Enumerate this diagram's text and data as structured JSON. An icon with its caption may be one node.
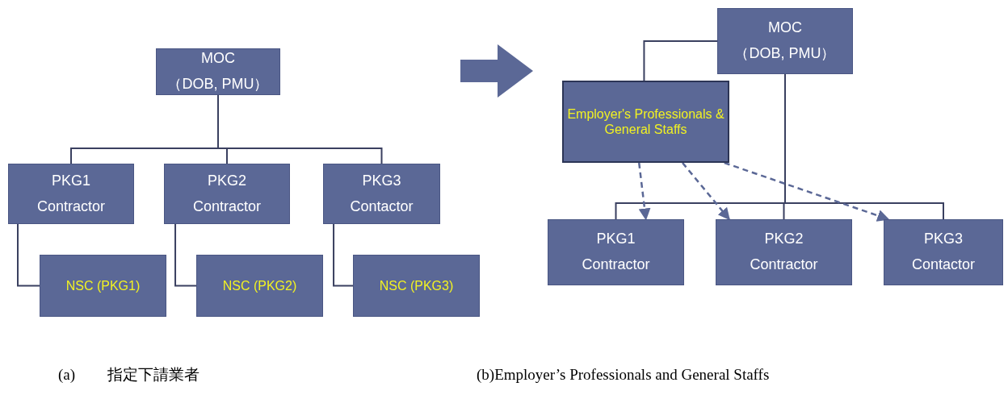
{
  "diagram": {
    "nodes": [
      {
        "text": [
          "MOC",
          "（DOB, PMU）"
        ]
      },
      {
        "text": [
          "PKG1",
          "Contractor"
        ]
      },
      {
        "text": [
          "PKG2",
          "Contractor"
        ]
      },
      {
        "text": [
          "PKG3",
          "Contactor"
        ]
      },
      {
        "text": [
          "NSC (PKG1)"
        ]
      },
      {
        "text": [
          "NSC (PKG2)"
        ]
      },
      {
        "text": [
          "NSC (PKG3)"
        ]
      },
      {
        "text": [
          "MOC",
          "（DOB, PMU）"
        ]
      },
      {
        "text": [
          "Employer's Professionals & General Staffs"
        ]
      },
      {
        "text": [
          "PKG1",
          "Contractor"
        ]
      },
      {
        "text": [
          "PKG2",
          "Contractor"
        ]
      },
      {
        "text": [
          "PKG3",
          "Contactor"
        ]
      }
    ],
    "edges": [
      {
        "from": 0,
        "to": 1,
        "arrow": "none"
      },
      {
        "from": 0,
        "to": 2,
        "arrow": "none"
      },
      {
        "from": 0,
        "to": 3,
        "arrow": "none"
      },
      {
        "from": 1,
        "to": 4,
        "arrow": "none"
      },
      {
        "from": 2,
        "to": 5,
        "arrow": "none"
      },
      {
        "from": 3,
        "to": 6,
        "arrow": "none"
      },
      {
        "from": 7,
        "to": 8,
        "arrow": "none"
      },
      {
        "from": 7,
        "to": 9,
        "arrow": "none"
      },
      {
        "from": 7,
        "to": 10,
        "arrow": "none"
      },
      {
        "from": 7,
        "to": 11,
        "arrow": "none"
      },
      {
        "from": 8,
        "to": 9,
        "arrow": "to",
        "style": "dashed"
      },
      {
        "from": 8,
        "to": 10,
        "arrow": "to",
        "style": "dashed"
      },
      {
        "from": 8,
        "to": 11,
        "arrow": "to",
        "style": "dashed"
      }
    ],
    "labels": [
      "(a)",
      "指定下請業者",
      "(b)Employer’s Professionals and General Staffs"
    ]
  }
}
